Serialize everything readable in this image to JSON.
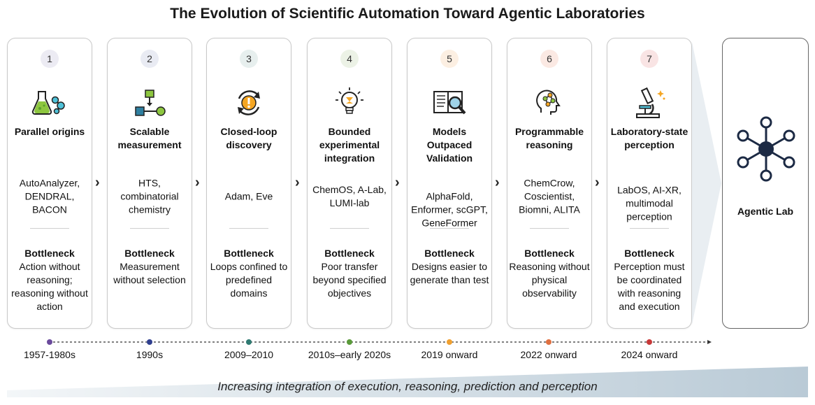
{
  "title": "The Evolution of Scientific Automation Toward Agentic Laboratories",
  "bottleneck_label": "Bottleneck",
  "stages": [
    {
      "number": "1",
      "name": "Parallel origins",
      "examples": "AutoAnalyzer, DENDRAL, BACON",
      "bottleneck": "Action without reasoning; reasoning without action",
      "date": "1957-1980s",
      "icon": "flask-molecule-icon",
      "accent": "#6a4a9c"
    },
    {
      "number": "2",
      "name": "Scalable measurement",
      "examples": "HTS, combinatorial chemistry",
      "bottleneck": "Measurement without selection",
      "date": "1990s",
      "icon": "workflow-icon",
      "accent": "#2f3f8f"
    },
    {
      "number": "3",
      "name": "Closed-loop discovery",
      "examples": "Adam, Eve",
      "bottleneck": "Loops confined to predefined domains",
      "date": "2009–2010",
      "icon": "cycle-icon",
      "accent": "#2f7a72"
    },
    {
      "number": "4",
      "name": "Bounded experimental integration",
      "examples": "ChemOS, A-Lab, LUMI-lab",
      "bottleneck": "Poor transfer beyond specified objectives",
      "date": "2010s–early 2020s",
      "icon": "lightbulb-icon",
      "accent": "#5a9a3a"
    },
    {
      "number": "5",
      "name": "Models Outpaced Validation",
      "examples": "AlphaFold, Enformer, scGPT, GeneFormer",
      "bottleneck": "Designs easier to generate than test",
      "date": "2019 onward",
      "icon": "book-magnifier-icon",
      "accent": "#f0a030"
    },
    {
      "number": "6",
      "name": "Programmable reasoning",
      "examples": "ChemCrow, Coscientist, Biomni, ALITA",
      "bottleneck": "Reasoning without physical observability",
      "date": "2022 onward",
      "icon": "head-network-icon",
      "accent": "#e07040"
    },
    {
      "number": "7",
      "name": "Laboratory-state perception",
      "examples": "LabOS, AI-XR, multimodal perception",
      "bottleneck": "Perception must be coordinated with reasoning and execution",
      "date": "2024 onward",
      "icon": "microscope-icon",
      "accent": "#c83838"
    }
  ],
  "agentic_label": "Agentic Lab",
  "footer": "Increasing integration of execution, reasoning, prediction and perception"
}
